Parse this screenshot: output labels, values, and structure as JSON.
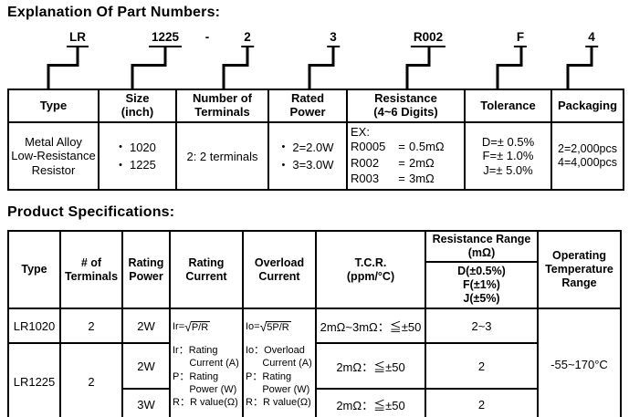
{
  "titles": {
    "part_numbers": "Explanation Of Part Numbers:",
    "product_specs": "Product Specifications:"
  },
  "colors": {
    "text": "#000000",
    "border": "#000000",
    "background": "#ffffff"
  },
  "part_number": {
    "segments": [
      "LR",
      "1225",
      "-",
      "2",
      "3",
      "R002",
      "F",
      "4"
    ]
  },
  "part_table": {
    "headers": [
      "Type",
      "Size\n(inch)",
      "Number of\nTerminals",
      "Rated\nPower",
      "Resistance\n(4~6 Digits)",
      "Tolerance",
      "Packaging"
    ],
    "bullet": "•",
    "row": {
      "type": "Metal Alloy\nLow-Resistance\nResistor",
      "sizes": [
        "1020",
        "1225"
      ],
      "terminals": "2: 2 terminals",
      "powers": [
        "2=2.0W",
        "3=3.0W"
      ],
      "resistance_label": "EX:",
      "resistance_examples": [
        {
          "code": "R0005",
          "eq": "=",
          "value": "0.5mΩ"
        },
        {
          "code": "R002",
          "eq": "=",
          "value": "2mΩ"
        },
        {
          "code": "R003",
          "eq": "=",
          "value": "3mΩ"
        }
      ],
      "tolerance": "D=± 0.5%\nF=± 1.0%\nJ=± 5.0%",
      "packaging": "2=2,000pcs\n4=4,000pcs"
    }
  },
  "spec_table": {
    "headers": {
      "type": "Type",
      "terminals": "# of\nTerminals",
      "rating_power": "Rating\nPower",
      "rating_current": "Rating\nCurrent",
      "overload_current": "Overload\nCurrent",
      "tcr": "T.C.R.\n(ppm/°C)",
      "resistance_range": "Resistance Range\n(mΩ)",
      "resistance_tolerances": "D(±0.5%)\nF(±1%)\nJ(±5%)",
      "operating_temp": "Operating\nTemperature\nRange"
    },
    "formulas": {
      "rating": {
        "prefix": "Ir=",
        "sqrt": "√",
        "radicand": "P/R"
      },
      "overload": {
        "prefix": "Io=",
        "sqrt": "√",
        "radicand": "5P/R"
      }
    },
    "legends": {
      "rating": "Ir：Rating\n      Current (A)\nP：Rating\n      Power (W)\nR：R value(Ω)",
      "overload": "Io：Overload\n      Current (A)\nP：Rating\n      Power (W)\nR：R value(Ω)"
    },
    "rows": {
      "lr1020": {
        "type": "LR1020",
        "terminals": "2",
        "power": "2W",
        "tcr": "2mΩ~3mΩ：≦±50",
        "range": "2~3"
      },
      "lr1225": {
        "type": "LR1225",
        "terminals": "2",
        "sub": [
          {
            "power": "2W",
            "tcr": "2mΩ：≦±50",
            "range": "2"
          },
          {
            "power": "3W",
            "tcr": "2mΩ：≦±50",
            "range": "2"
          }
        ]
      },
      "operating_temp": "-55~170°C"
    }
  }
}
